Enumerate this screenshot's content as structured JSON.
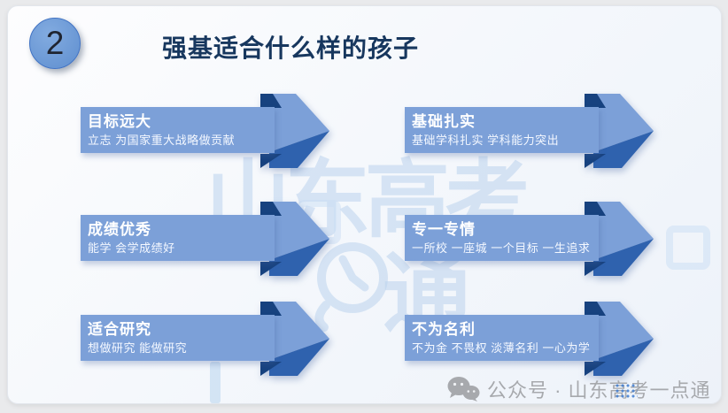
{
  "slide": {
    "badge": "2",
    "title": "强基适合什么样的孩子",
    "items": [
      {
        "title": "目标远大",
        "subtitle": "立志 为国家重大战略做贡献"
      },
      {
        "title": "成绩优秀",
        "subtitle": "能学 会学成绩好"
      },
      {
        "title": "适合研究",
        "subtitle": "想做研究 能做研究"
      },
      {
        "title": "基础扎实",
        "subtitle": "基础学科扎实 学科能力突出"
      },
      {
        "title": "专一专情",
        "subtitle": "一所校 一座城 一个目标 一生追求"
      },
      {
        "title": "不为名利",
        "subtitle": "不为金 不畏权 淡薄名利 一心为学"
      }
    ]
  },
  "watermark": {
    "line1": "山东高考",
    "char": "通",
    "clock_icon": "clock-icon"
  },
  "footer": {
    "label": "公众号 · 山东高考一点通",
    "icon": "wechat-icon"
  },
  "colors": {
    "bar": "#7CA0D8",
    "arrow_shade": "#2F62AE",
    "arrow_fold": "#17427F",
    "badge_fill": "#6E9BD7",
    "badge_border": "#4173C4",
    "title_text": "#17375E",
    "watermark": "#BCD3EE",
    "footer_text": "#A7A9AD"
  }
}
